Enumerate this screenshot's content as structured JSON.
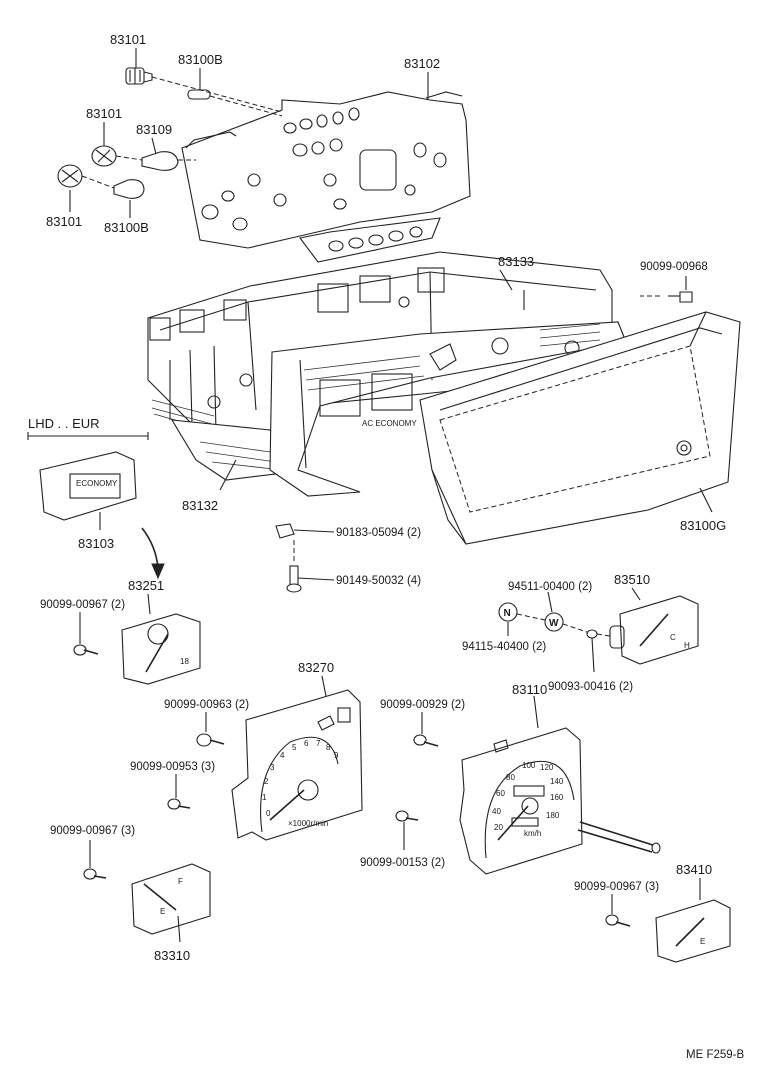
{
  "diagram": {
    "labels": {
      "p83101_top": "83101",
      "p83100B_top": "83100B",
      "p83102": "83102",
      "p83101_mid": "83101",
      "p83109": "83109",
      "p83101_bot": "83101",
      "p83100B_bot": "83100B",
      "p83133": "83133",
      "p90099_00968": "90099-00968",
      "lhd_eur": "LHD . . EUR",
      "p83103": "83103",
      "p83132": "83132",
      "p83100G": "83100G",
      "p90183_05094": "90183-05094 (2)",
      "p90149_50032": "90149-50032 (4)",
      "p83251": "83251",
      "p90099_00967_a": "90099-00967 (2)",
      "p94511_00400": "94511-00400 (2)",
      "p83510": "83510",
      "p94115_40400": "94115-40400 (2)",
      "p90093_00416": "90093-00416 (2)",
      "p83270": "83270",
      "p90099_00963": "90099-00963 (2)",
      "p90099_00929": "90099-00929 (2)",
      "p83110": "83110",
      "p90099_00953": "90099-00953 (3)",
      "p90099_00967_b": "90099-00967 (3)",
      "p90099_00153": "90099-00153 (2)",
      "p83410": "83410",
      "p90099_00967_c": "90099-00967 (3)",
      "p83310": "83310",
      "ref_code": "ME  F259-B"
    },
    "symbols": {
      "nut_N": "N",
      "washer_W": "W"
    },
    "gauge_text": {
      "tacho_numbers": [
        "0",
        "1",
        "2",
        "3",
        "4",
        "5",
        "6",
        "7",
        "8",
        "9"
      ],
      "tacho_unit": "×1000r/min",
      "speedo_numbers": [
        "20",
        "40",
        "60",
        "80",
        "100",
        "120",
        "140",
        "160",
        "180"
      ],
      "speedo_unit": "km/h",
      "clock_mark": "18",
      "temp_marks": [
        "C",
        "H"
      ],
      "fuel_marks": [
        "E",
        "F"
      ],
      "econ_text": "ECONOMY",
      "ac_text": "AC ECONOMY"
    }
  }
}
